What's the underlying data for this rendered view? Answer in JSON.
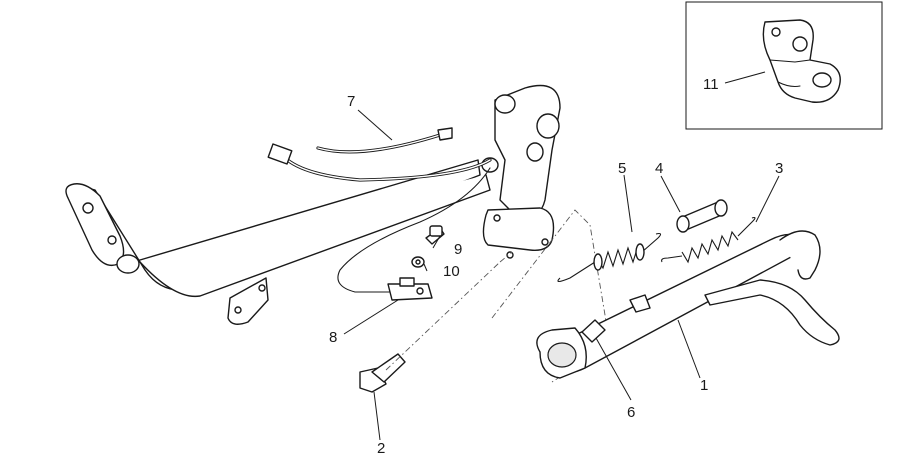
{
  "callouts": [
    {
      "id": "c1",
      "label": "1"
    },
    {
      "id": "c2",
      "label": "2"
    },
    {
      "id": "c3",
      "label": "3"
    },
    {
      "id": "c4",
      "label": "4"
    },
    {
      "id": "c5",
      "label": "5"
    },
    {
      "id": "c6",
      "label": "6"
    },
    {
      "id": "c7",
      "label": "7"
    },
    {
      "id": "c8",
      "label": "8"
    },
    {
      "id": "c9",
      "label": "9"
    },
    {
      "id": "c10",
      "label": "10"
    },
    {
      "id": "c11",
      "label": "11"
    }
  ],
  "colors": {
    "line": "#1a1a1a",
    "background": "#ffffff"
  }
}
